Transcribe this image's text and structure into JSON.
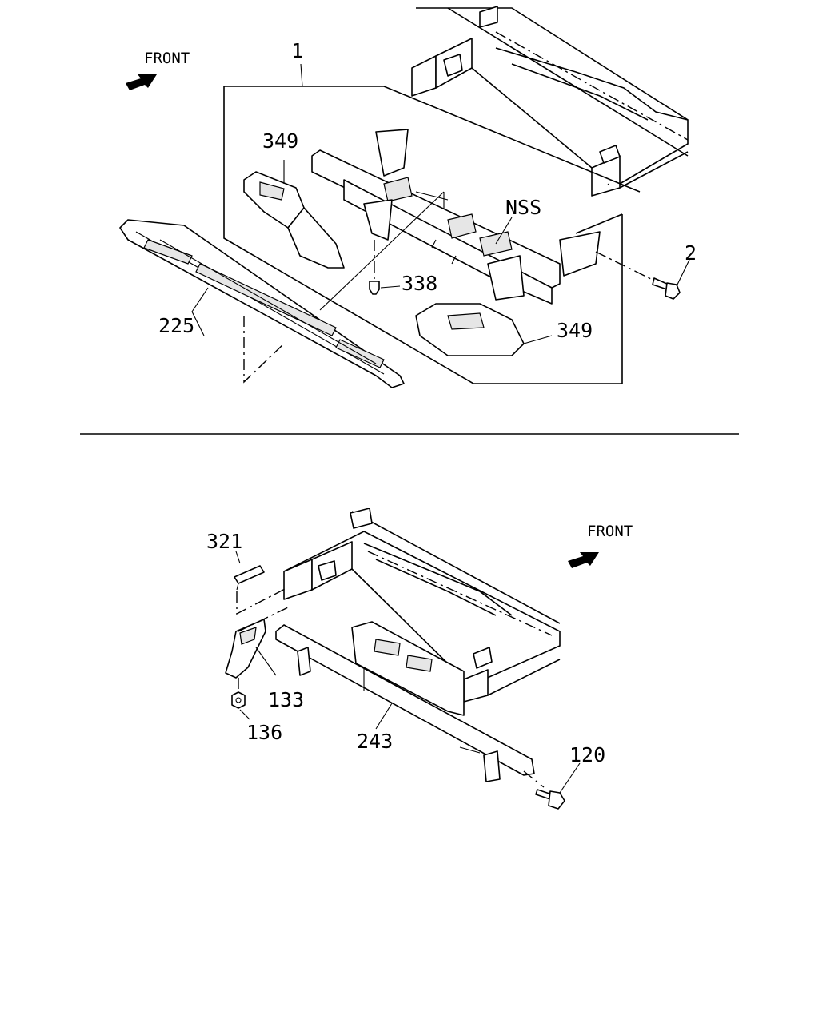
{
  "top_diagram": {
    "front_label": "FRONT",
    "callouts": {
      "assembly": "1",
      "bracket_left": "349",
      "bracket_right": "349",
      "nss": "NSS",
      "bolt": "2",
      "clip": "338",
      "step_pad": "225"
    }
  },
  "bottom_diagram": {
    "front_label": "FRONT",
    "callouts": {
      "plate": "321",
      "hook": "133",
      "nut": "136",
      "crossmember": "243",
      "bolt": "120"
    }
  }
}
